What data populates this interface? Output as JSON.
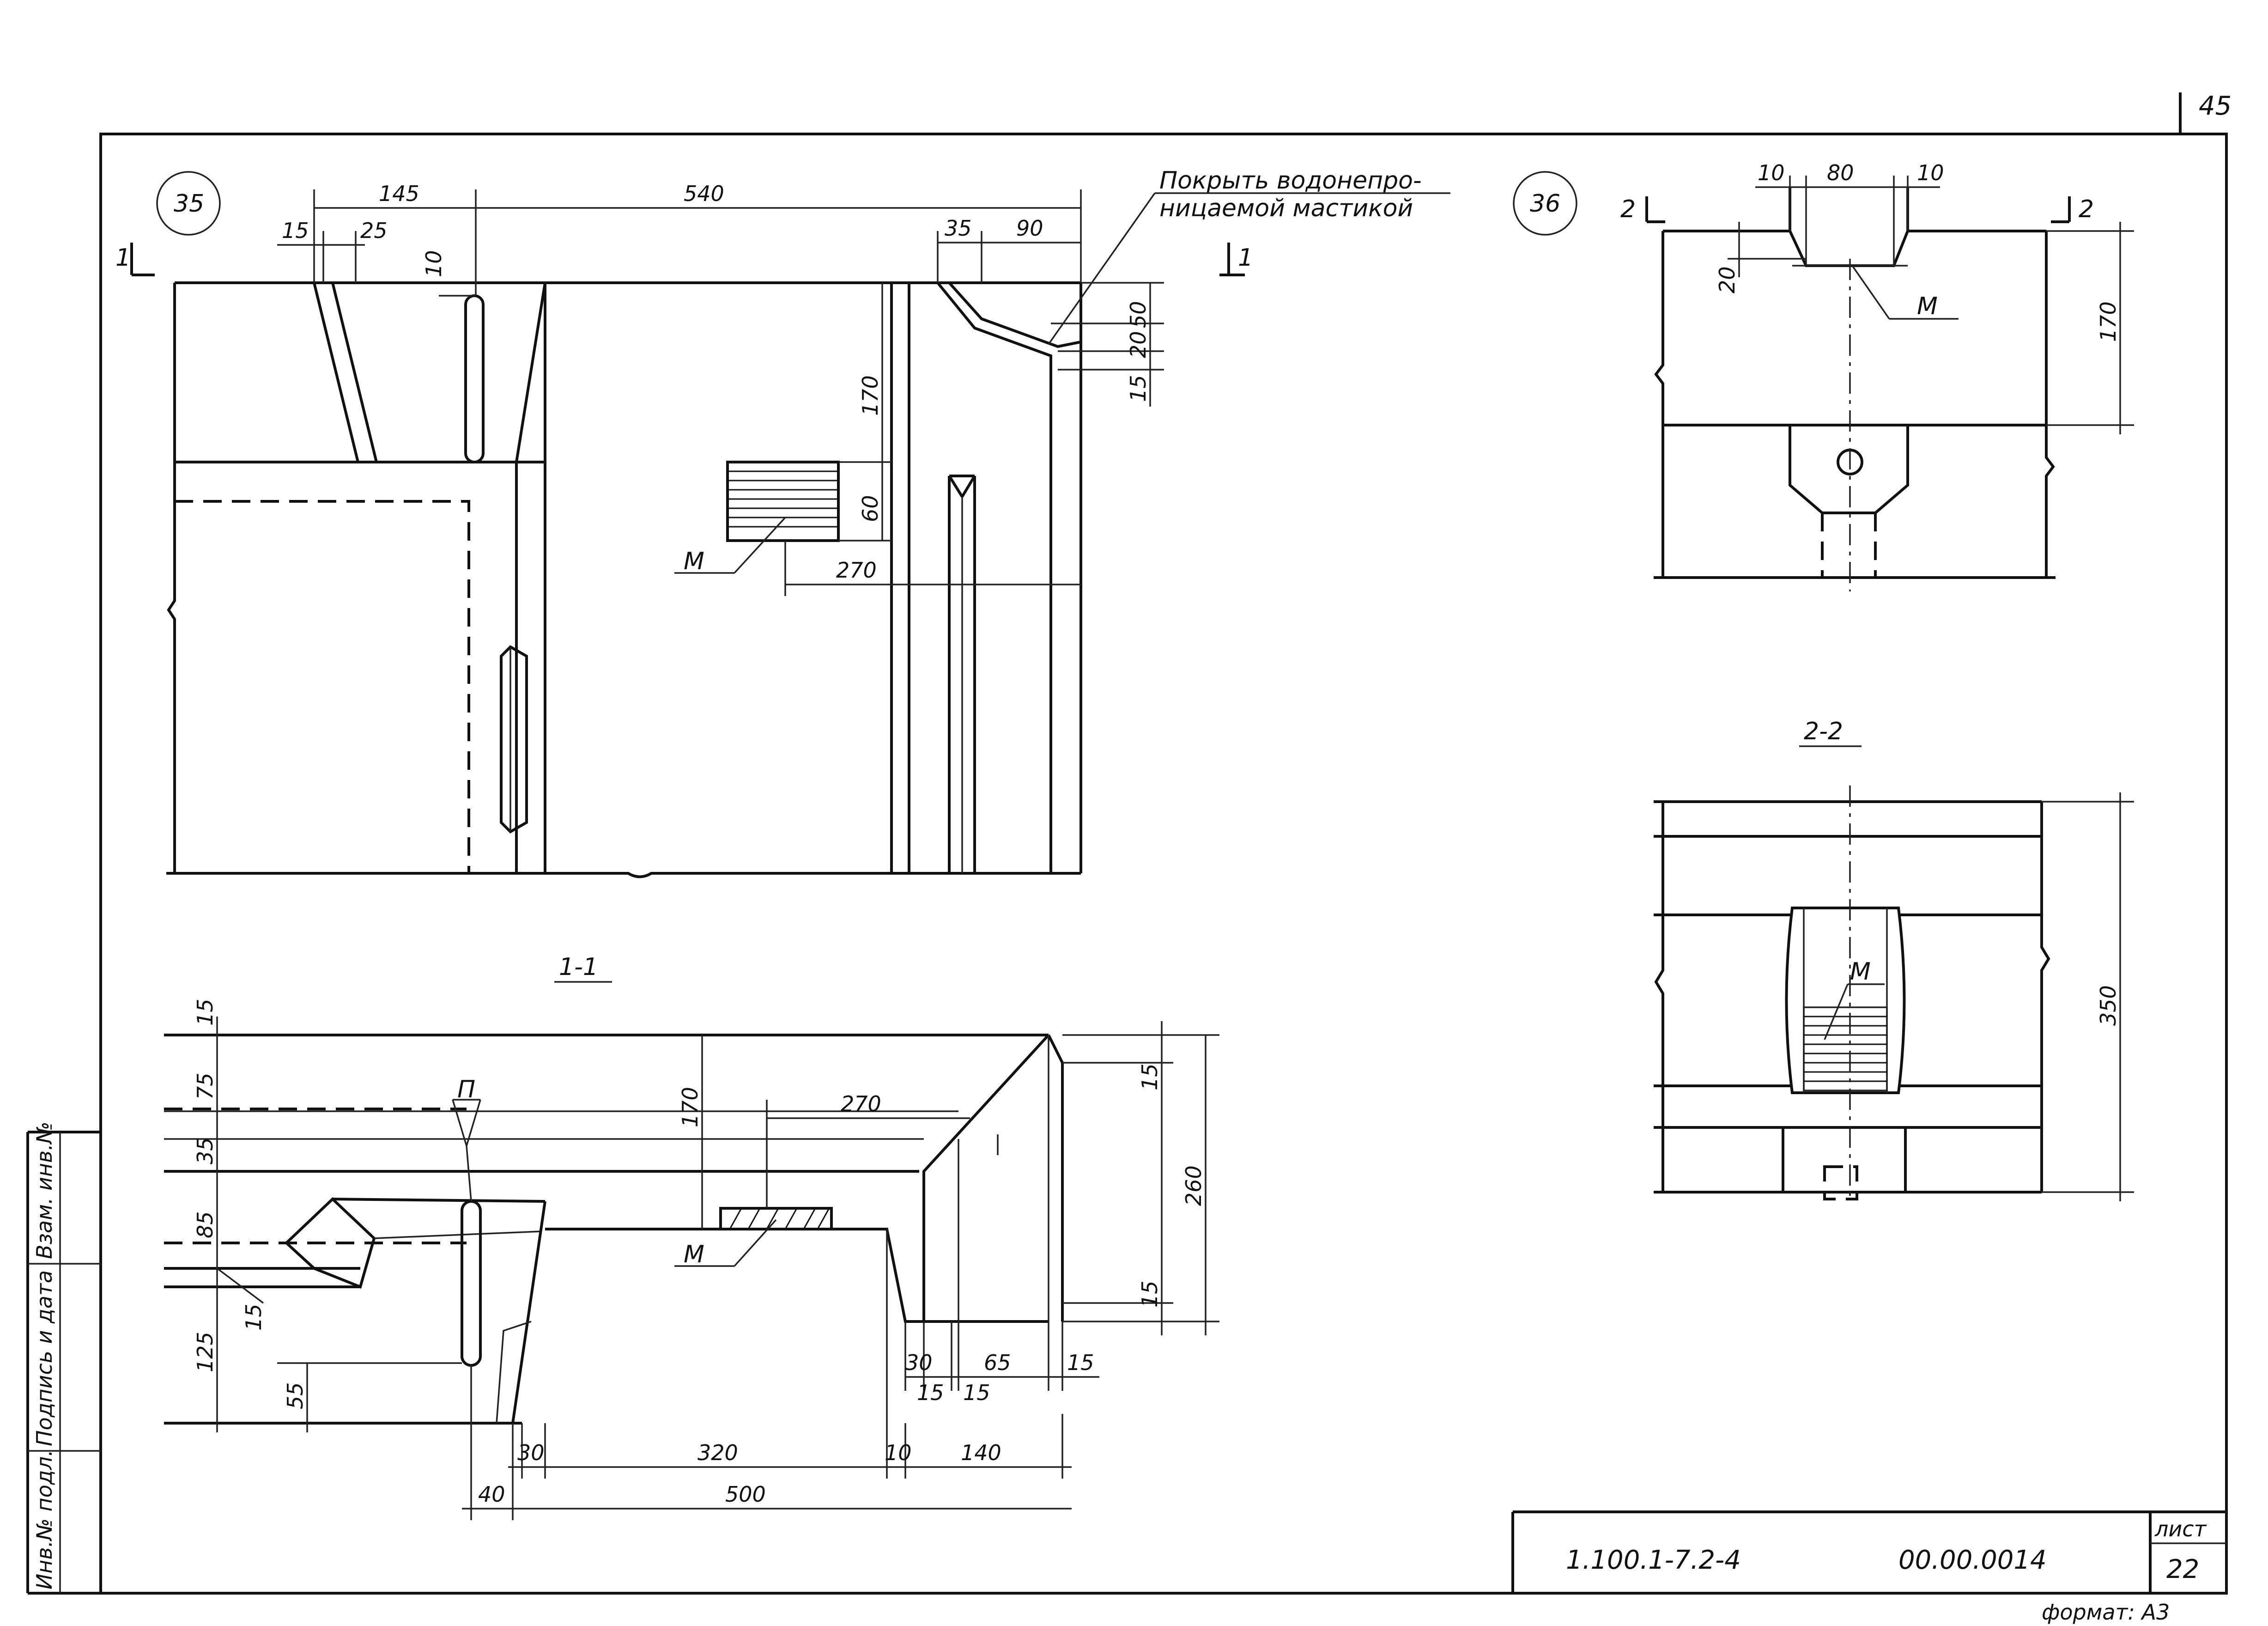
{
  "page_number": "45",
  "sheet_format": "формат: А3",
  "title_block": {
    "doc_code": "1.100.1-7.2-4",
    "drawing_number": "00.00.0014",
    "sheet_label": "лист",
    "sheet_value": "22"
  },
  "side_stamp": {
    "inv_orig": "Инв.№ подл.",
    "sign_date": "Подпись и дата",
    "replaces_inv": "Взам. инв.№"
  },
  "callouts": {
    "node_35": "35",
    "node_36": "36",
    "section_1_1": "1-1",
    "section_2_2": "2-2",
    "cut_1": "1",
    "cut_2": "2"
  },
  "annotations": {
    "waterproof_note_line1": "Покрыть водонепро-",
    "waterproof_note_line2": "ницаемой мастикой",
    "mark_m": "М",
    "mark_p": "П"
  },
  "dimensions": {
    "node35": [
      "145",
      "540",
      "15",
      "25",
      "10",
      "35",
      "90",
      "50",
      "20",
      "15",
      "170",
      "60",
      "270"
    ],
    "section11": [
      "15",
      "75",
      "35",
      "85",
      "125",
      "15",
      "55",
      "170",
      "270",
      "15",
      "260",
      "15",
      "30",
      "15",
      "65",
      "15",
      "15",
      "30",
      "320",
      "10",
      "140",
      "40",
      "500"
    ],
    "node36": [
      "10",
      "80",
      "10",
      "20",
      "170"
    ],
    "section22": [
      "350"
    ]
  }
}
